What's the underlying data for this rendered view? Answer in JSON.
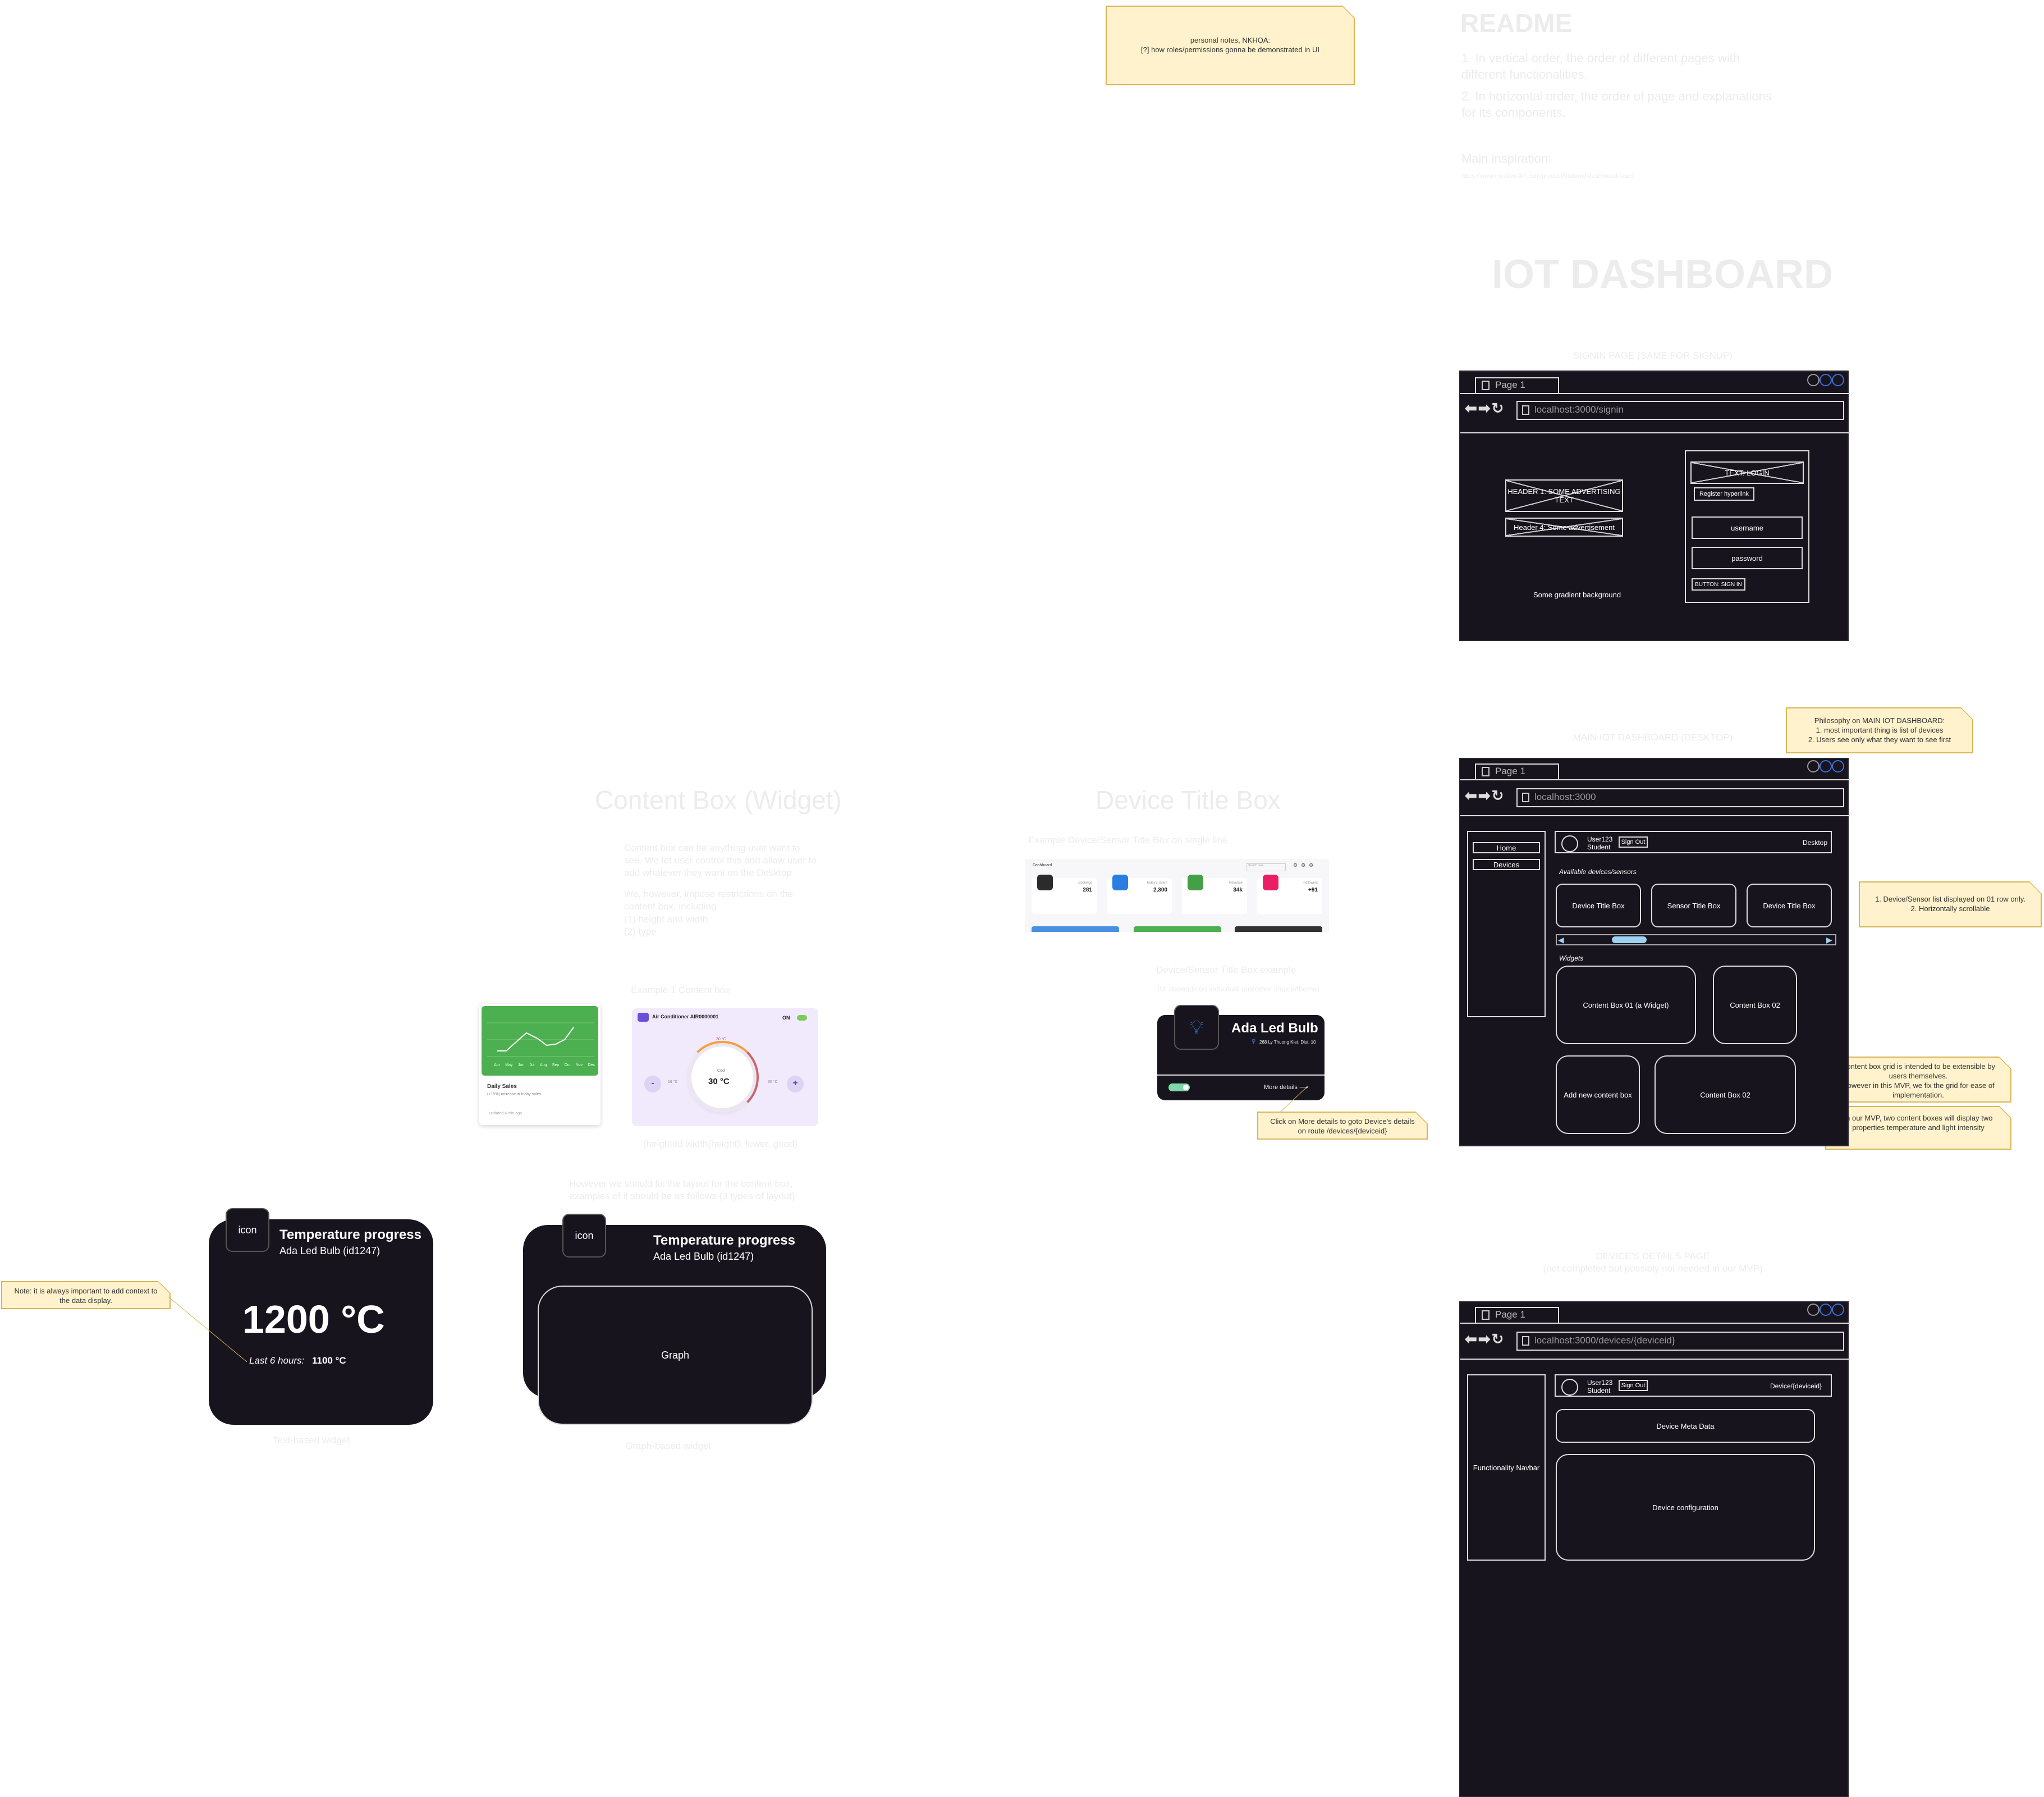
{
  "readme": {
    "title": "README",
    "line1": "1. In vertical order, the order of different pages with different functionalities.",
    "line2": "2. In horizontal order, the order of page and explanations for its components.",
    "inspiration_label": "Main inspiration:",
    "inspiration_link": "https://www.creative-tim.com/product/material-dashboard-react"
  },
  "main_title": "IOT DASHBOARD",
  "notes": {
    "personal": "personal notes, NKHOA:\n[?] how roles/permissions gonna be demonstrated in UI",
    "philosophy": "Philosophy on MAIN IOT DASHBOARD:\n1. most important thing is list of devices\n2. Users see only what they want to see first",
    "device_list": "1. Device/Sensor list displayed on 01 row only.\n2. Horizontally scrollable",
    "grid": "Content box grid is intended to be extensible by users themselves.\nHowever in this MVP, we fix the grid for ease of implementation.",
    "mvp": "In our MVP, two content boxes will display two properties temperature and light intensity",
    "more_details": "Click on More details to goto Device's details on route /devices/{deviceid}",
    "context": "Note: it is always important to add context to the data display."
  },
  "signin_page": {
    "caption": "SIGNIN PAGE (SAME FOR SIGNUP)",
    "tab": "Page 1",
    "url": "localhost:3000/signin",
    "header1": "HEADER 1: SOME ADVERTISING TEXT",
    "header4": "Header 4: Some advertisement",
    "gradient": "Some gradient background",
    "text_login": "TEXT: LOGIN",
    "register": "Register hyperlink",
    "username": "username",
    "password": "password",
    "button": "BUTTON: SIGN IN"
  },
  "dashboard_page": {
    "caption": "MAIN IOT DASHBOARD (DESKTOP)",
    "tab": "Page 1",
    "url": "localhost:3000",
    "nav_home": "Home",
    "nav_devices": "Devices",
    "user": "User123",
    "role": "Student",
    "signout": "Sign Out",
    "breadcrumb": "Desktop",
    "devices_label": "Available devices/sensors",
    "device_boxes": [
      "Device Title Box",
      "Sensor Title Box",
      "Device Title Box"
    ],
    "widgets_label": "Widgets",
    "content1": "Content Box 01 (a Widget)",
    "content2": "Content Box 02",
    "add_box": "Add new content box",
    "content3": "Content Box 02"
  },
  "details_page": {
    "caption": "DEVICE'S DETAILS PAGE",
    "caption2": "(not completed but possibly not needed in our MVP)",
    "tab": "Page 1",
    "url": "localhost:3000/devices/{deviceid}",
    "navbar": "Functionality Navbar",
    "user": "User123",
    "role": "Student",
    "signout": "Sign Out",
    "breadcrumb": "Device/{deviceid}",
    "meta": "Device Meta Data",
    "config": "Device configuration"
  },
  "content_box_section": {
    "title": "Content Box (Widget)",
    "desc1": "Content box can be anything user want to see. We let user control this and allow user to add whatever they want on the Desktop",
    "desc2": "We, however, impose restrictions on the content box, including",
    "desc3": "(1) height and width",
    "desc4": "(2) type",
    "example_label": "Example 1 Content box",
    "example_caption": "(heighted width(height): lower, good)",
    "layout_note": "However we should fix the layout for the content box, examples of it should be as follows (3 types of layout)",
    "chart_title": "Daily Sales",
    "chart_sub": "(+15%) increase in today sales.",
    "chart_updated": "updated 4 min ago",
    "chart_months": [
      "Apr",
      "May",
      "Jun",
      "Jul",
      "Aug",
      "Sep",
      "Oct",
      "Nov",
      "Dec"
    ],
    "ac_name": "Air Conditioner AIR0000001",
    "ac_state": "ON",
    "ac_temp": "30 °C",
    "ac_cool": "Cool",
    "ac_max": "16 °C",
    "ac_min": "30 °C",
    "ac_top": "30 °C",
    "ac_minus": "-",
    "ac_plus": "+"
  },
  "widgets": {
    "text_widget": {
      "icon": "icon",
      "title": "Temperature progress",
      "subtitle": "Ada Led Bulb (id1247)",
      "value": "1200 °C",
      "context_label": "Last 6 hours:",
      "context_value": "1100 °C",
      "caption": "Text-based widget"
    },
    "graph_widget": {
      "icon": "icon",
      "title": "Temperature progress",
      "subtitle": "Ada Led Bulb (id1247)",
      "graph": "Graph",
      "caption": "Graph-based widget"
    }
  },
  "device_title_section": {
    "title": "Device Title Box",
    "desc": "Example Device/Sensor Title Box on single line",
    "example_caption": "Device/Sensor Title Box example",
    "example_sub": "(UI depends on individual customer choice/theme)",
    "device_name": "Ada Led Bulb",
    "device_addr": "268 Ly Thuong Kiet, Dist. 10",
    "more": "More details",
    "mini_dashboard": {
      "breadcrumb": "Dashboard",
      "search": "Search here",
      "cards": [
        {
          "label": "Bookings",
          "value": "281",
          "color": "#2b2b2b"
        },
        {
          "label": "Today's Users",
          "value": "2,300",
          "color": "#2a7de1"
        },
        {
          "label": "Revenue",
          "value": "34k",
          "color": "#43a047"
        },
        {
          "label": "Followers",
          "value": "+91",
          "color": "#e91e63"
        }
      ]
    }
  },
  "colors": {
    "dark": "#18141d",
    "note_bg": "#fff2cc",
    "note_border": "#d6b656",
    "accent_blue": "#3a6fd8"
  }
}
